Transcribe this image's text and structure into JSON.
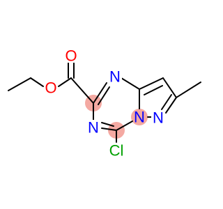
{
  "molecule": {
    "highlight_color": "#f4a9a2",
    "bond_color": "#000000",
    "colors": {
      "O": "#ff0000",
      "N": "#0000ff",
      "Cl": "#00a000"
    },
    "atoms": {
      "carbonyl_oxygen": {
        "element": "O",
        "label": "O"
      },
      "ester_oxygen": {
        "element": "O",
        "label": "O"
      },
      "ring_n_top": {
        "element": "N",
        "label": "N"
      },
      "ring_n_left": {
        "element": "N",
        "label": "N"
      },
      "ring_n_fused": {
        "element": "N",
        "label": "N"
      },
      "pyrazole_n": {
        "element": "N",
        "label": "N"
      },
      "chlorine": {
        "element": "Cl",
        "label": "Cl"
      }
    }
  }
}
